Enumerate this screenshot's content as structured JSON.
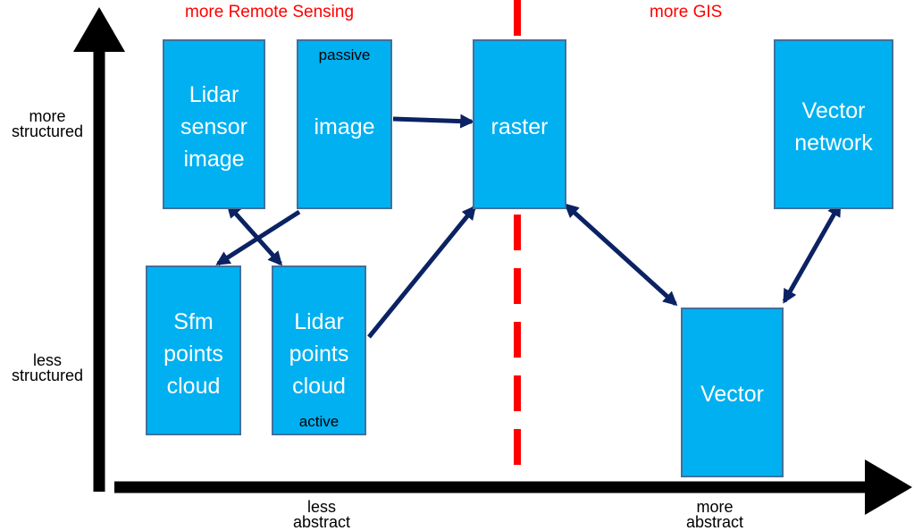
{
  "regions": {
    "left": "more Remote Sensing",
    "right": "more GIS"
  },
  "axes": {
    "y_top": [
      "more",
      "structured"
    ],
    "y_bottom": [
      "less",
      "structured"
    ],
    "x_left": [
      "less",
      "abstract"
    ],
    "x_right": [
      "more",
      "abstract"
    ]
  },
  "nodes": {
    "lidar_sensor_image": "Lidar\nsensor\nimage",
    "image": "image",
    "image_note": "passive",
    "raster": "raster",
    "vector_network": "Vector\nnetwork",
    "sfm_points_cloud": "Sfm\npoints\ncloud",
    "lidar_points_cloud": "Lidar\npoints\ncloud",
    "lidar_points_note": "active",
    "vector": "Vector"
  },
  "colors": {
    "box_fill": "#00b0f0",
    "box_border": "#41719c",
    "arrow": "#0b2263",
    "divider": "#ff0000",
    "axis": "#000000"
  }
}
